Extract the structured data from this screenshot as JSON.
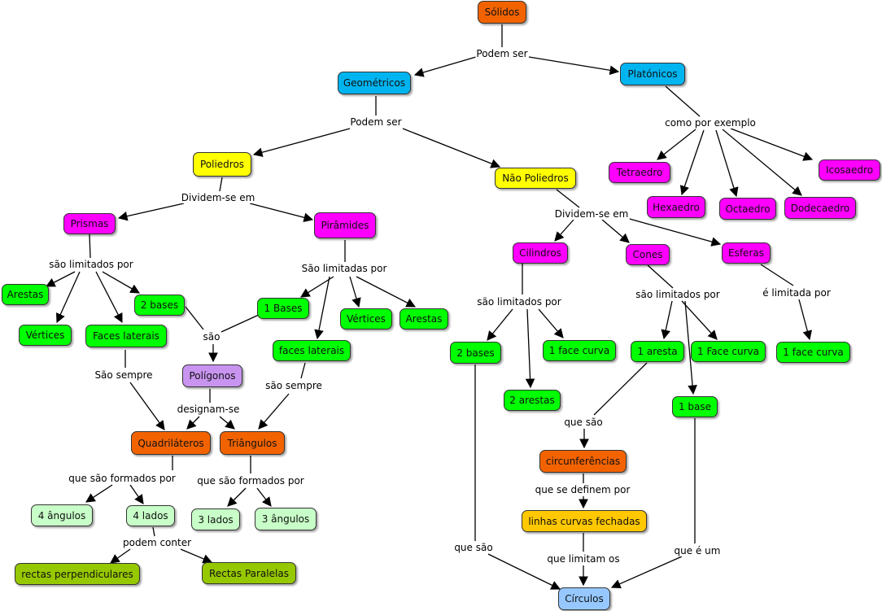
{
  "colors": {
    "orange": "#f26300",
    "cyan": "#00b4f0",
    "yellow": "#ffff00",
    "magenta": "#ff00ff",
    "green": "#00ff00",
    "lightgreen": "#c8ffc8",
    "lavender": "#c894f0",
    "gold": "#ffc800",
    "olive": "#96c800",
    "lightblue": "#96c8ff",
    "line": "#000000"
  },
  "nodes": {
    "solidos": "Sólidos",
    "geometricos": "Geométricos",
    "platonicos": "Platónicos",
    "poliedros": "Poliedros",
    "nao_poliedros": "Não Poliedros",
    "tetraedro": "Tetraedro",
    "hexaedro": "Hexaedro",
    "octaedro": "Octaedro",
    "dodecaedro": "Dodecaedro",
    "icosaedro": "Icosaedro",
    "prismas": "Prismas",
    "piramides": "Pirâmides",
    "cilindros": "Cilindros",
    "cones": "Cones",
    "esferas": "Esferas",
    "arestas_prismas": "Arestas",
    "vertices_prismas": "Vértices",
    "duas_bases_prismas": "2 bases",
    "faces_laterais_prismas": "Faces laterais",
    "uma_base_piramides": "1 Bases",
    "vertices_piramides": "Vértices",
    "arestas_piramides": "Arestas",
    "faces_laterais_piramides": "faces laterais",
    "poligonos": "Polígonos",
    "quadrilateros": "Quadriláteros",
    "triangulos": "Triângulos",
    "quatro_angulos": "4 ângulos",
    "quatro_lados": "4 lados",
    "tres_lados": "3 lados",
    "tres_angulos": "3 ângulos",
    "rectas_perpendiculares": "rectas perpendiculares",
    "rectas_paralelas": "Rectas Paralelas",
    "duas_bases_cilindros": "2 bases",
    "uma_face_curva_cilindros": "1 face curva",
    "duas_arestas": "2 arestas",
    "uma_aresta": "1 aresta",
    "uma_face_curva_cones": "1 Face curva",
    "uma_base_cones": "1 base",
    "uma_face_curva_esferas": "1 face curva",
    "circunferencias": "circunferências",
    "linhas_curvas_fechadas": "linhas curvas fechadas",
    "circulos": "Círculos"
  },
  "links": {
    "podem_ser_1": "Podem ser",
    "podem_ser_2": "Podem ser",
    "como_por_exemplo": "como por exemplo",
    "dividem_se_em_1": "Dividem-se em",
    "dividem_se_em_2": "Dividem-se em",
    "sao_limitados_por_prismas": "são limitados por",
    "sao_limitadas_por_piramides": "São limitadas por",
    "sao": "são",
    "sao_sempre_1": "São sempre",
    "designam_se": "designam-se",
    "sao_sempre_2": "são sempre",
    "que_sao_formados_por_1": "que são formados por",
    "que_sao_formados_por_2": "que são formados por",
    "podem_conter": "podem conter",
    "sao_limitados_por_cilindros": "são limitados por",
    "sao_limitados_por_cones": "são limitados por",
    "e_limitada_por": "é limitada por",
    "que_sao_1": "que são",
    "que_se_definem_por": "que se definem por",
    "que_sao_2": "que são",
    "que_limitam_os": "que limitam os",
    "que_e_um": "que é um"
  }
}
